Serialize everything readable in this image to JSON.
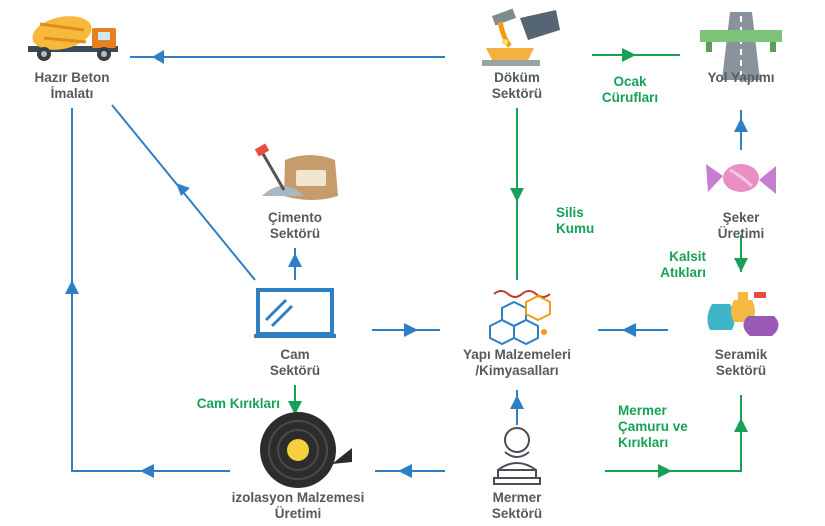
{
  "colors": {
    "flow_blue": "#2f7fc5",
    "byproduct_green": "#17a157",
    "label_gray": "#555a60"
  },
  "nodes": {
    "hazir_beton": "Hazır Beton\nİmalatı",
    "dokum": "Döküm\nSektörü",
    "yol": "Yol Yapımı",
    "cimento": "Çimento\nSektörü",
    "seker": "Şeker\nÜretimi",
    "cam": "Cam\nSektörü",
    "yapi": "Yapı Malzemeleri\n/Kimyasalları",
    "seramik": "Seramik\nSektörü",
    "izolasyon": "izolasyon Malzemesi\nÜretimi",
    "mermer": "Mermer\nSektörü"
  },
  "edge_labels": {
    "ocak": "Ocak\nCürufları",
    "silis": "Silis\nKumu",
    "kalsit": "Kalsit\nAtıkları",
    "cam_kiriklari": "Cam Kırıkları",
    "mermer_camuru": "Mermer\nÇamuru ve\nKırıkları"
  },
  "icons": [
    "cement-mixer-truck-icon",
    "foundry-casting-icon",
    "highway-road-icon",
    "cement-sack-icon",
    "candy-icon",
    "glass-window-icon",
    "molecule-icon",
    "ceramic-vases-icon",
    "insulation-roll-icon",
    "marble-bust-icon"
  ]
}
